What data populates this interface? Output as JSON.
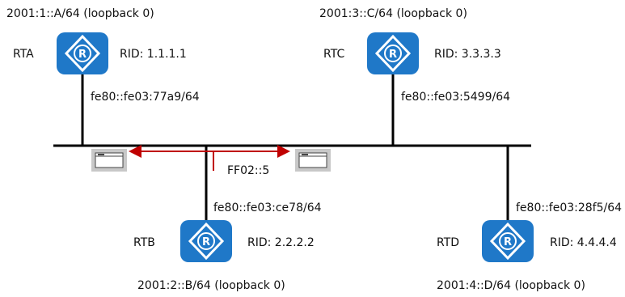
{
  "routers": [
    {
      "name": "RTA",
      "rid": "RID: 1.1.1.1",
      "loopback": "2001:1::A/64 (loopback 0)",
      "link_local": "fe80::fe03:77a9/64",
      "icon": "router-icon"
    },
    {
      "name": "RTB",
      "rid": "RID: 2.2.2.2",
      "loopback": "2001:2::B/64 (loopback 0)",
      "link_local": "fe80::fe03:ce78/64",
      "icon": "router-icon"
    },
    {
      "name": "RTC",
      "rid": "RID: 3.3.3.3",
      "loopback": "2001:3::C/64 (loopback 0)",
      "link_local": "fe80::fe03:5499/64",
      "icon": "router-icon"
    },
    {
      "name": "RTD",
      "rid": "RID: 4.4.4.4",
      "loopback": "2001:4::D/64 (loopback 0)",
      "link_local": "fe80::fe03:28f5/64",
      "icon": "router-icon"
    }
  ],
  "multicast_label": "FF02::5",
  "router_glyph": "R",
  "colors": {
    "router_fill": "#1f78c8",
    "router_border": "#155fa3",
    "arrow": "#c00000",
    "line": "#000000",
    "packet_bg": "#c8c8c8"
  }
}
